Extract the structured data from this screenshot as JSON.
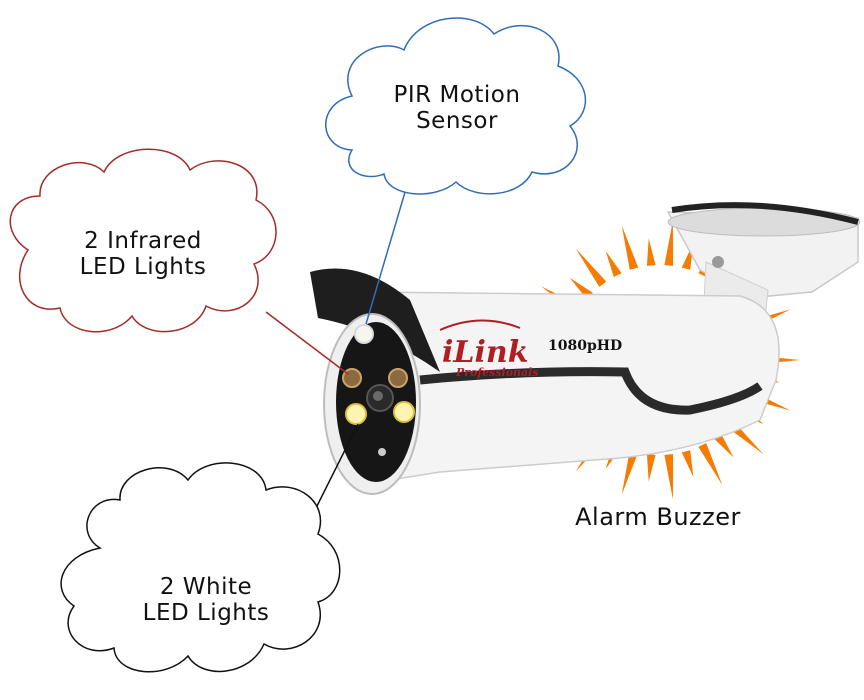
{
  "labels": {
    "pir_line1": "PIR Motion",
    "pir_line2": "Sensor",
    "infrared_line1": "2 Infrared",
    "infrared_line2": "LED Lights",
    "white_line1": "2 White",
    "white_line2": "LED Lights",
    "alarm": "Alarm Buzzer"
  },
  "brand": {
    "name": "iLink",
    "sub": "Professionals",
    "resolution": "1080pHD"
  },
  "colors": {
    "pir_cloud": "#2f6db5",
    "infrared_cloud": "#a52a2a",
    "white_cloud": "#111111",
    "buzzer_rays": "#f57c00",
    "brand_red": "#b01e24"
  }
}
